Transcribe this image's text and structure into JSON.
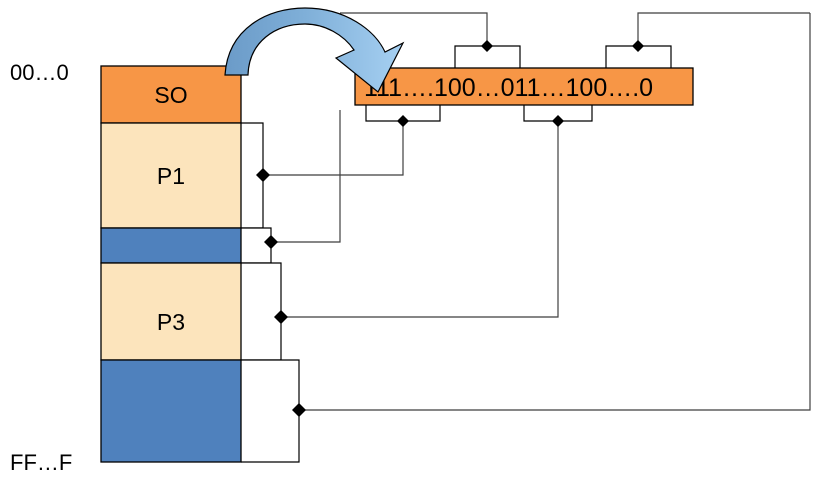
{
  "diagram": {
    "title": "Memory layout with bitmap index",
    "colors": {
      "orange": "#F79646",
      "cream": "#FCE4BC",
      "blue": "#4F81BD",
      "outline": "#000000",
      "connector": "#3F3F3F",
      "arrow_dark": "#6B9BC8",
      "arrow_light": "#9DC8EE",
      "white": "#FFFFFF"
    },
    "address_labels": {
      "top": "00…0",
      "bottom": "FF…F"
    },
    "memory_blocks": [
      {
        "label": "SO",
        "fill": "orange",
        "has_connector": false
      },
      {
        "label": "P1",
        "fill": "cream",
        "has_connector": true
      },
      {
        "label": "",
        "fill": "blue",
        "has_connector": true
      },
      {
        "label": "P3",
        "fill": "cream",
        "has_connector": true
      },
      {
        "label": "",
        "fill": "blue",
        "has_connector": true
      }
    ],
    "bitstring": {
      "text": "111….100…011…100….0",
      "fill": "orange"
    },
    "arrow": {
      "name": "curved-arrow",
      "direction": "left-to-right-down"
    }
  }
}
